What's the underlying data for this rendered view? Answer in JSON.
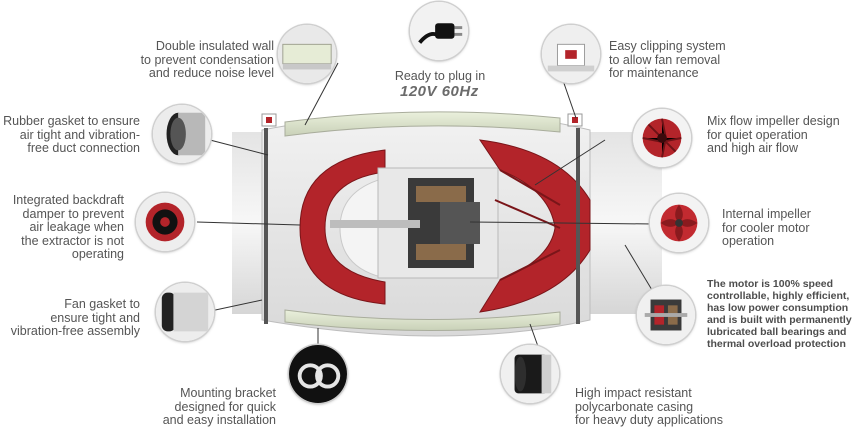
{
  "features": {
    "wall": "Double insulated wall\nto prevent condensation\nand reduce noise level",
    "plug_title": "Ready to plug in",
    "plug_voltage": "120V 60Hz",
    "clipping": "Easy clipping system\nto allow fan removal\nfor maintenance",
    "gasket": "Rubber gasket to ensure\nair tight and vibration-\nfree duct connection",
    "mixflow": "Mix flow impeller design\nfor quiet operation\nand high air flow",
    "backdraft": "Integrated backdraft\ndamper to prevent\nair leakage when\nthe extractor is not\noperating",
    "internal_impeller": "Internal impeller\nfor cooler motor\noperation",
    "fan_gasket": "Fan gasket to\nensure tight and\nvibration-free assembly",
    "motor": "The motor is 100% speed\ncontrollable, highly efficient,\nhas low power consumption\nand is built with permanently\nlubricated ball bearings and\nthermal overload protection",
    "bracket": "Mounting bracket\ndesigned for quick\nand easy installation",
    "casing": "High impact resistant\npolycarbonate casing\nfor heavy duty applications"
  },
  "colors": {
    "accent_red": "#b3242a",
    "dark": "#1c1c1c",
    "gray": "#bfbfbf"
  },
  "icons": [
    "insulation-icon",
    "plug-icon",
    "clip-icon",
    "duct-gasket-icon",
    "mixflow-impeller-icon",
    "backdraft-damper-icon",
    "internal-impeller-icon",
    "fan-gasket-icon",
    "motor-icon",
    "bracket-icon",
    "casing-icon"
  ]
}
